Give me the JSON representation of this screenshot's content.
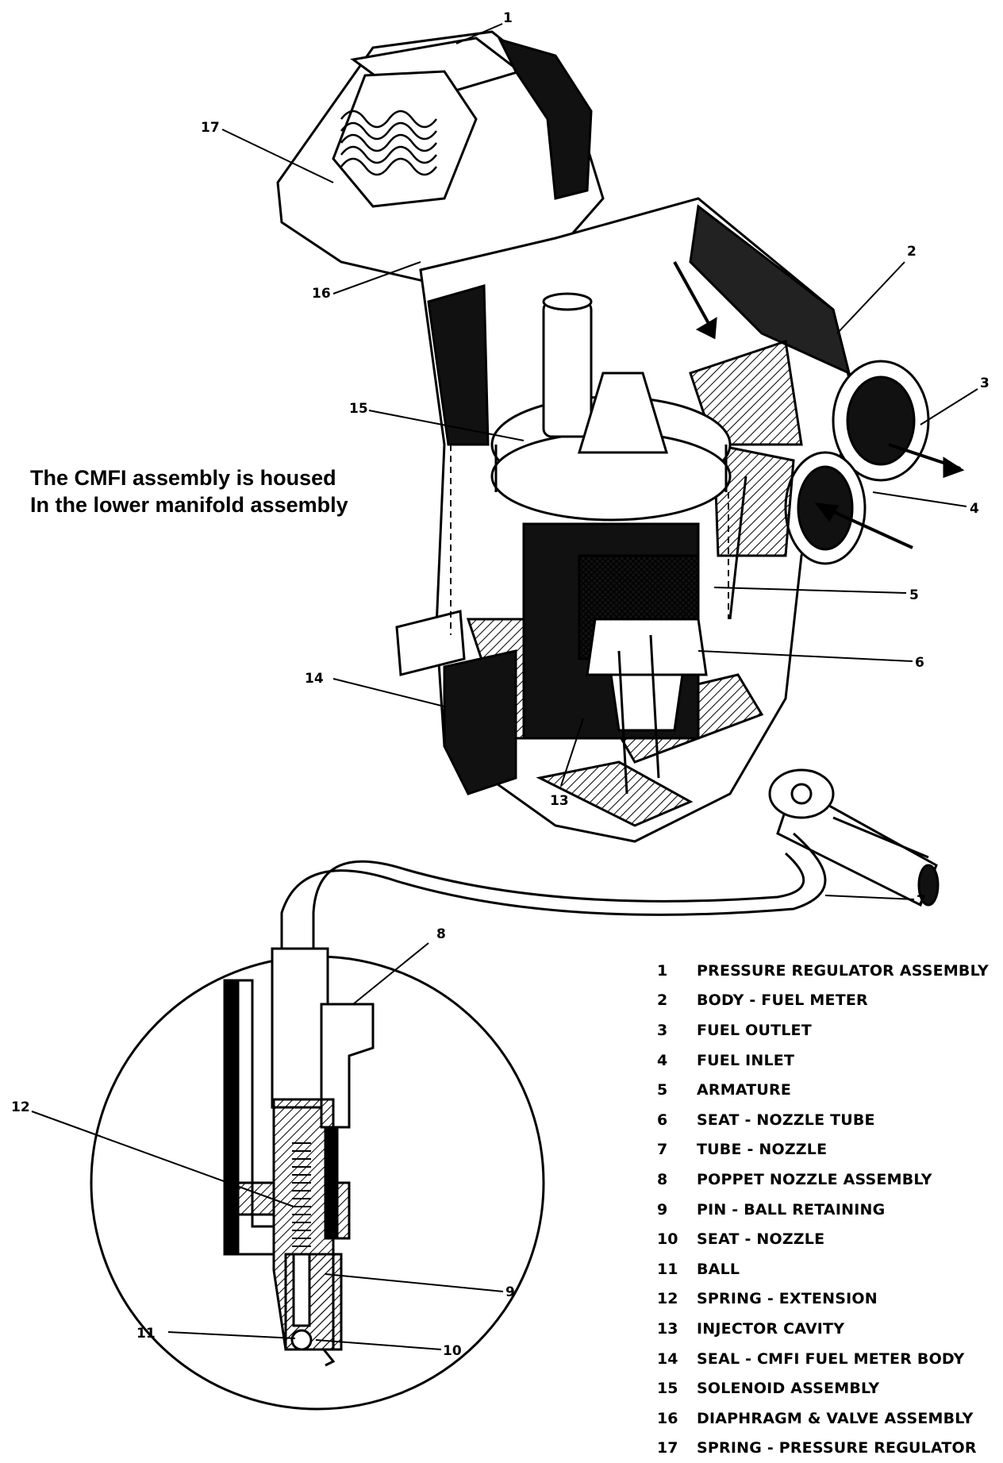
{
  "caption": {
    "line1": "The CMFI assembly is housed",
    "line2": "In the lower manifold assembly"
  },
  "callouts": [
    "1",
    "2",
    "3",
    "4",
    "5",
    "6",
    "7",
    "8",
    "9",
    "10",
    "11",
    "12",
    "13",
    "14",
    "15",
    "16",
    "17"
  ],
  "legend": [
    {
      "num": "1",
      "text": "PRESSURE REGULATOR ASSEMBLY"
    },
    {
      "num": "2",
      "text": "BODY - FUEL METER"
    },
    {
      "num": "3",
      "text": "FUEL OUTLET"
    },
    {
      "num": "4",
      "text": "FUEL INLET"
    },
    {
      "num": "5",
      "text": "ARMATURE"
    },
    {
      "num": "6",
      "text": "SEAT - NOZZLE TUBE"
    },
    {
      "num": "7",
      "text": "TUBE - NOZZLE"
    },
    {
      "num": "8",
      "text": "POPPET NOZZLE ASSEMBLY"
    },
    {
      "num": "9",
      "text": "PIN - BALL RETAINING"
    },
    {
      "num": "10",
      "text": "SEAT - NOZZLE"
    },
    {
      "num": "11",
      "text": "BALL"
    },
    {
      "num": "12",
      "text": "SPRING - EXTENSION"
    },
    {
      "num": "13",
      "text": "INJECTOR CAVITY"
    },
    {
      "num": "14",
      "text": "SEAL - CMFI FUEL METER BODY"
    },
    {
      "num": "15",
      "text": "SOLENOID ASSEMBLY"
    },
    {
      "num": "16",
      "text": "DIAPHRAGM & VALVE ASSEMBLY"
    },
    {
      "num": "17",
      "text": "SPRING - PRESSURE REGULATOR"
    }
  ]
}
